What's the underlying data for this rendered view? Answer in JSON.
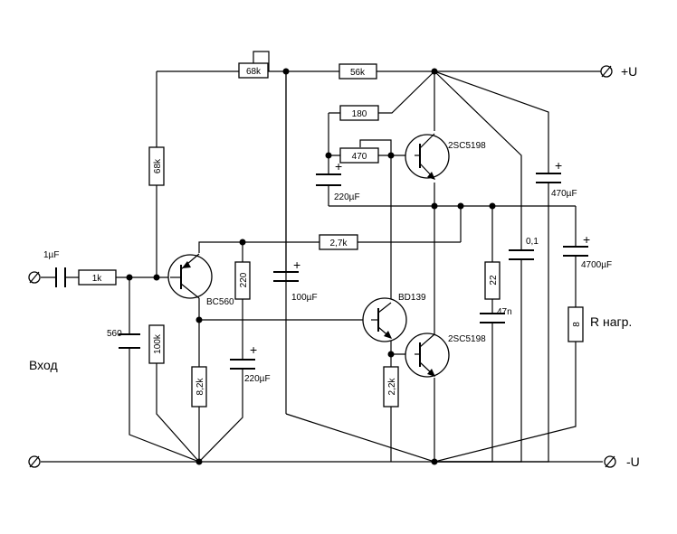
{
  "terminals": {
    "plus_u": "+U",
    "minus_u": "-U",
    "input": "Вход"
  },
  "resistors": {
    "r_68k_top": "68k",
    "r_56k": "56k",
    "r_68k_vert": "68k",
    "r_1k": "1k",
    "r_100k": "100k",
    "r_8_2k": "8,2k",
    "r_220": "220",
    "r_2_7k": "2,7k",
    "r_180": "180",
    "r_470": "470",
    "r_2_2k": "2,2k",
    "r_22": "22",
    "r_load_value": "8",
    "r_load_label": "R нагр."
  },
  "capacitors": {
    "c_input": "1µF",
    "c_560": "560",
    "c_220uF_low": "220µF",
    "c_100uF": "100µF",
    "c_220uF_boot": "220µF",
    "c_470uF": "470µF",
    "c_0_1": "0,1",
    "c_4700uF": "4700µF",
    "c_47n": "47n",
    "plus_mark": "+"
  },
  "transistors": {
    "q_bc560": "BC560",
    "q_bd139": "BD139",
    "q_2sc5198_top": "2SC5198",
    "q_2sc5198_bottom": "2SC5198"
  }
}
